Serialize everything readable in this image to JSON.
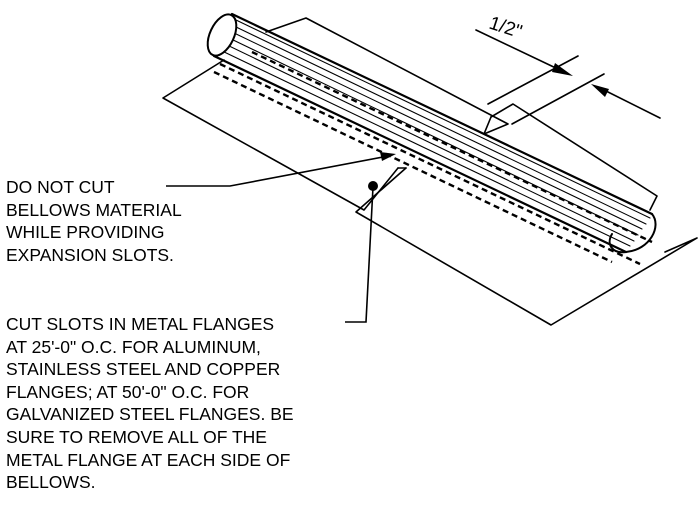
{
  "dimension": {
    "label": "1/2\""
  },
  "note_bellows": {
    "lines": [
      "DO NOT CUT",
      "BELLOWS MATERIAL",
      "WHILE PROVIDING",
      "EXPANSION SLOTS."
    ]
  },
  "note_slots": {
    "lines": [
      "CUT SLOTS  IN METAL FLANGES",
      "AT 25'-0\" O.C. FOR ALUMINUM,",
      "STAINLESS STEEL AND COPPER",
      "FLANGES; AT 50'-0\" O.C. FOR",
      "GALVANIZED STEEL FLANGES. BE",
      "SURE TO REMOVE ALL OF THE",
      "METAL FLANGE AT EACH SIDE OF",
      "BELLOWS."
    ]
  },
  "colors": {
    "line": "#000000",
    "background": "#ffffff"
  }
}
